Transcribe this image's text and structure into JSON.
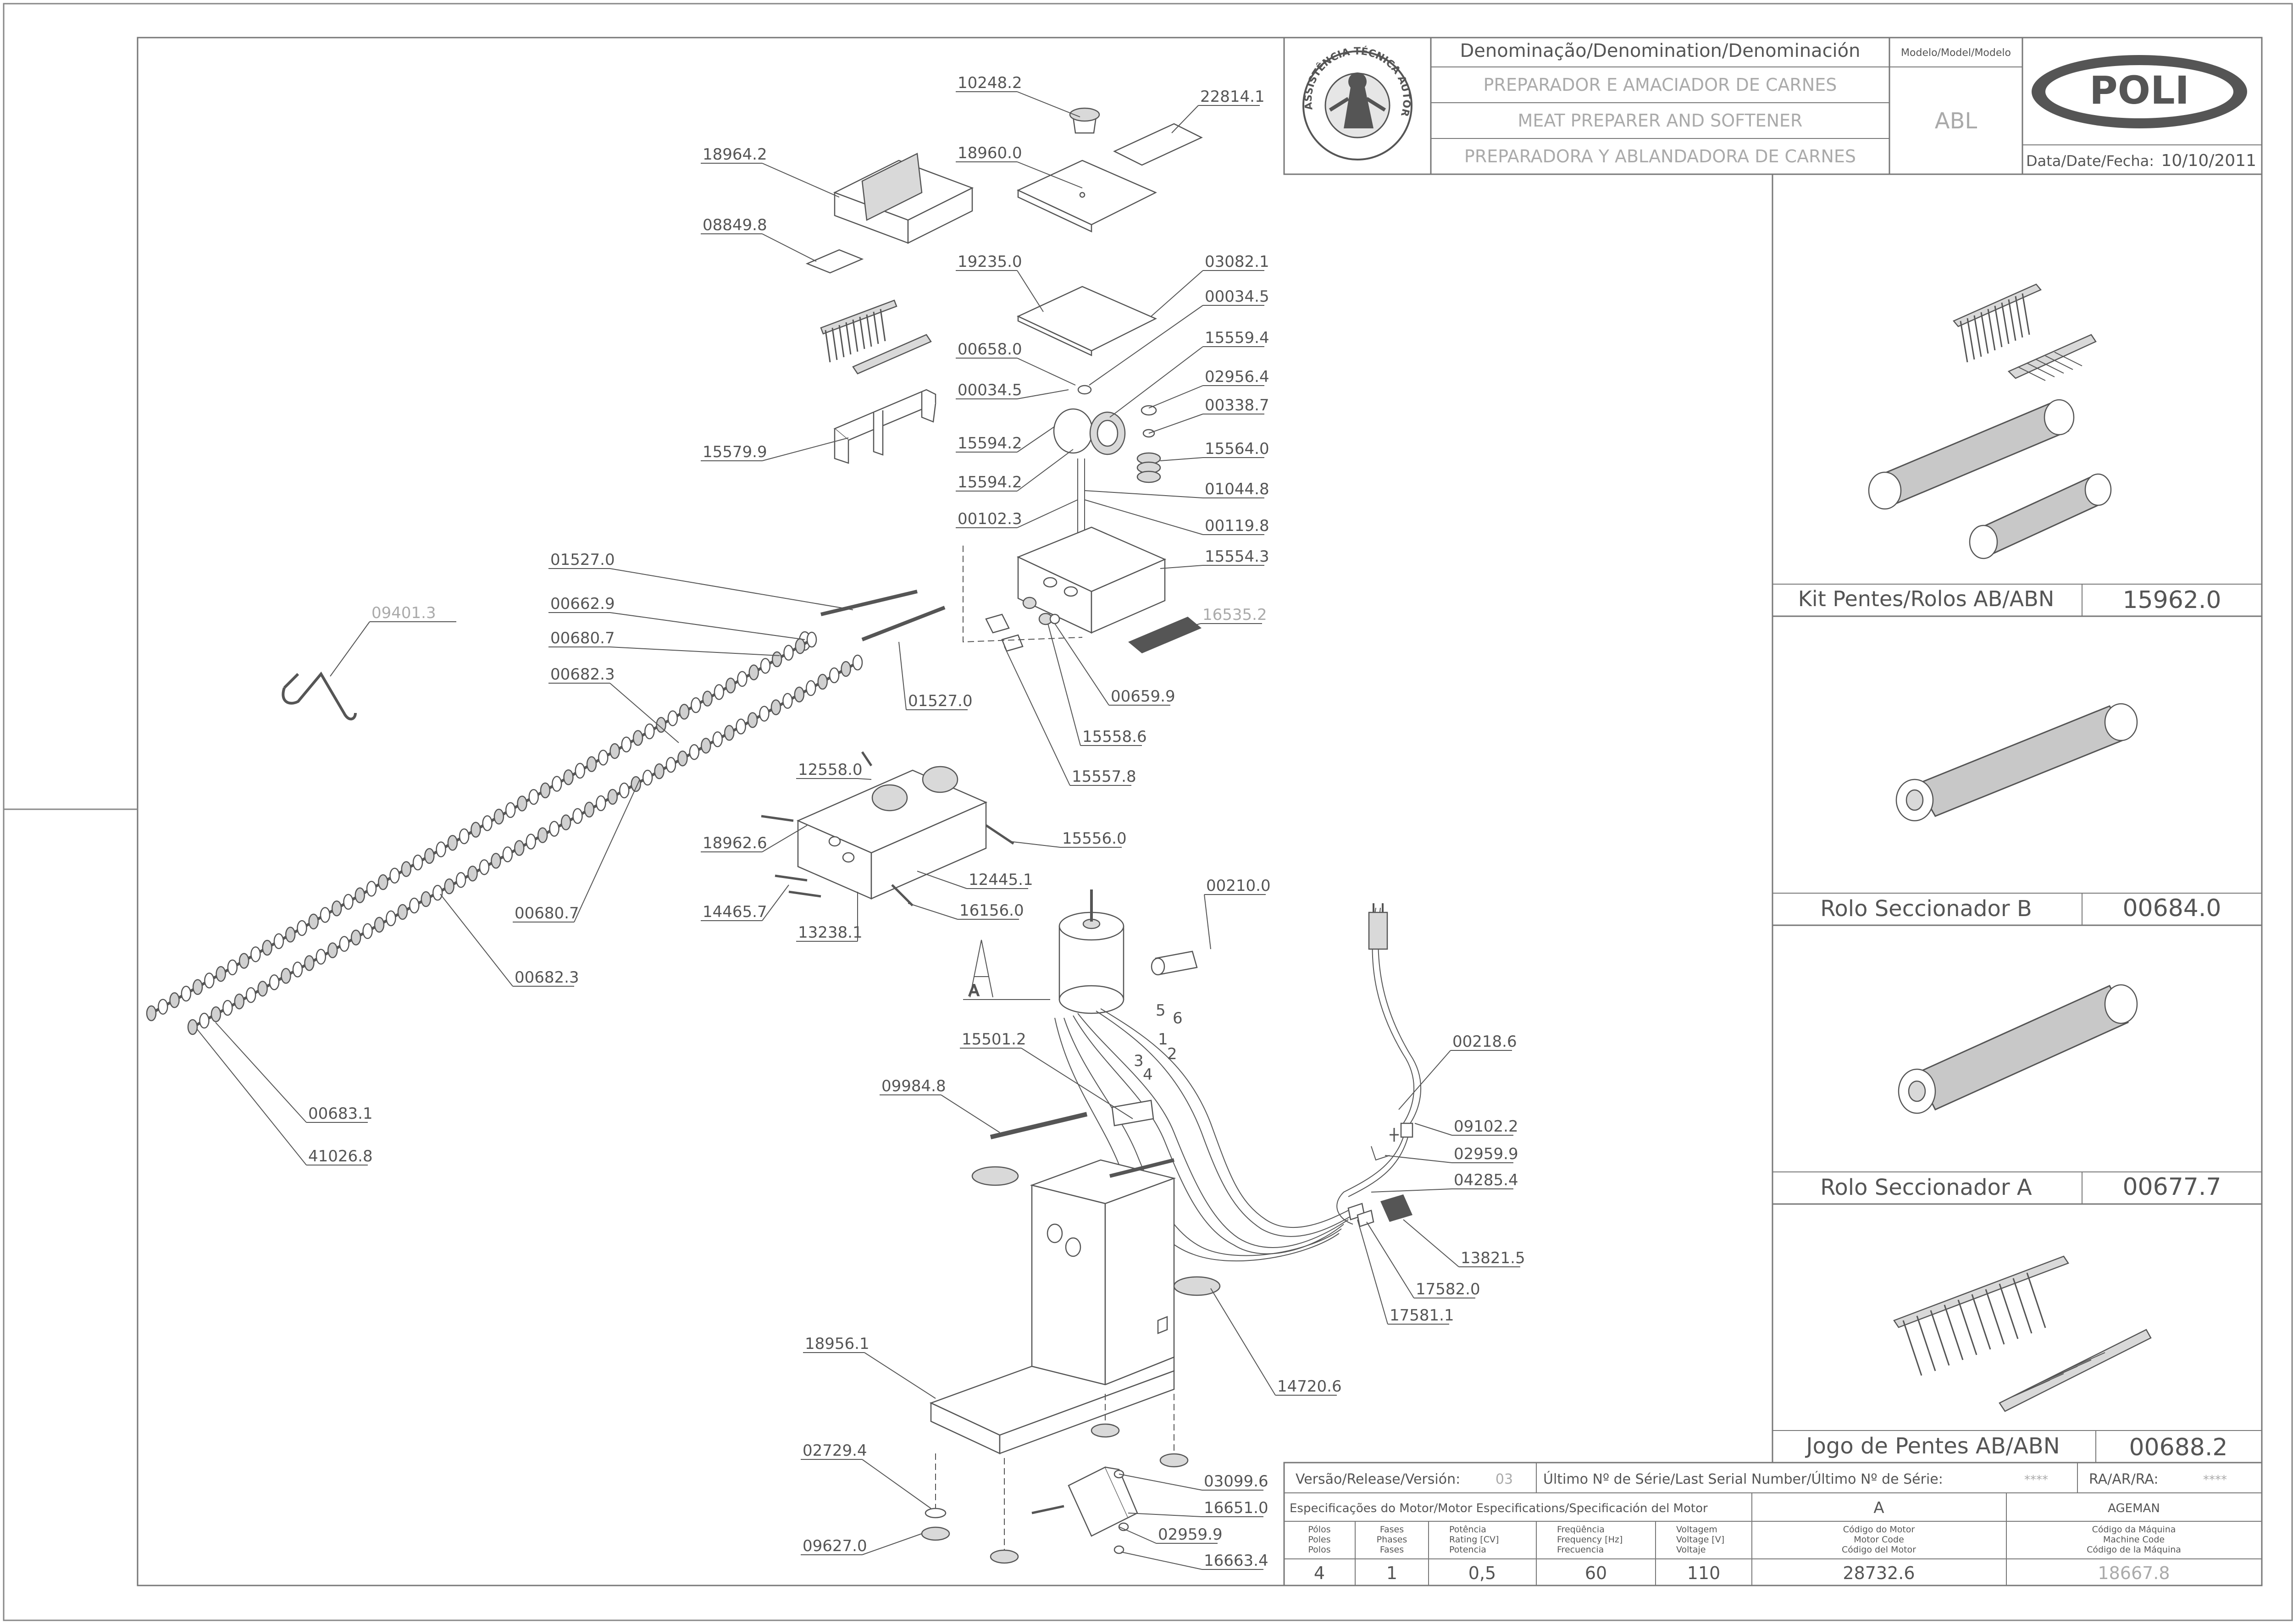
{
  "title_block": {
    "denomination_header": "Denominação/Denomination/Denominación",
    "name_pt": "PREPARADOR E AMACIADOR DE CARNES",
    "name_en": "MEAT PREPARER   AND SOFTENER",
    "name_es": "PREPARADORA Y ABLANDADORA DE CARNES",
    "model_header": "Modelo/Model/Modelo",
    "model_value": "ABL",
    "brand": "POLI",
    "date_label": "Data/Date/Fecha:",
    "date_value": "10/10/2011",
    "seal_text": "ASSISTÊNCIA TÉCNICA AUTORIZADA"
  },
  "kits": [
    {
      "name": "Kit Pentes/Rolos AB/ABN",
      "code": "15962.0"
    },
    {
      "name": "Rolo Seccionador B",
      "code": "00684.0"
    },
    {
      "name": "Rolo Seccionador A",
      "code": "00677.7"
    },
    {
      "name": "Jogo de Pentes AB/ABN",
      "code": "00688.2"
    }
  ],
  "bottom_block": {
    "version_label": "Versão/Release/Versión:",
    "version_value": "03",
    "serial_label": "Último Nº de Série/Last Serial Number/Último Nº de Série:",
    "serial_value": "****",
    "ra_label": "RA/AR/RA:",
    "ra_value": "****",
    "motor_spec_label": "Especificações do Motor/Motor Especifications/Specificación del Motor",
    "motor_letter": "A",
    "maker": "AGEMAN",
    "headers": [
      [
        "Pólos",
        "Poles",
        "Polos"
      ],
      [
        "Fases",
        "Phases",
        "Fases"
      ],
      [
        "Potência",
        "Rating [CV]",
        "Potencia"
      ],
      [
        "Freqüência",
        "Frequency [Hz]",
        "Frecuencia"
      ],
      [
        "Voltagem",
        "Voltage [V]",
        "Voltaje"
      ],
      [
        "Código do Motor",
        "Motor Code",
        "Código del Motor"
      ],
      [
        "Código da Máquina",
        "Machine Code",
        "Código de la Máquina"
      ]
    ],
    "values": [
      "4",
      "1",
      "0,5",
      "60",
      "110",
      "28732.6",
      "18667.8"
    ]
  },
  "parts": [
    "10248.2",
    "22814.1",
    "18964.2",
    "18960.0",
    "08849.8",
    "19235.0",
    "03082.1",
    "00034.5",
    "00658.0",
    "15559.4",
    "00034.5",
    "02956.4",
    "00338.7",
    "15594.2",
    "15564.0",
    "15579.9",
    "15594.2",
    "01044.8",
    "00102.3",
    "00119.8",
    "01527.0",
    "15554.3",
    "00662.9",
    "16535.2",
    "09401.3",
    "00680.7",
    "00682.3",
    "01527.0",
    "00659.9",
    "15558.6",
    "15557.8",
    "12558.0",
    "18962.6",
    "15556.0",
    "12445.1",
    "14465.7",
    "16156.0",
    "13238.1",
    "00680.7",
    "00682.3",
    "00210.0",
    "A",
    "15501.2",
    "00218.6",
    "00683.1",
    "09984.8",
    "09102.2",
    "41026.8",
    "02959.9",
    "04285.4",
    "13821.5",
    "17582.0",
    "17581.1",
    "18956.1",
    "14720.6",
    "02729.4",
    "03099.6",
    "16651.0",
    "02959.9",
    "09627.0",
    "16663.4"
  ],
  "wire_numbers": [
    "5",
    "6",
    "1",
    "2",
    "3",
    "4"
  ]
}
